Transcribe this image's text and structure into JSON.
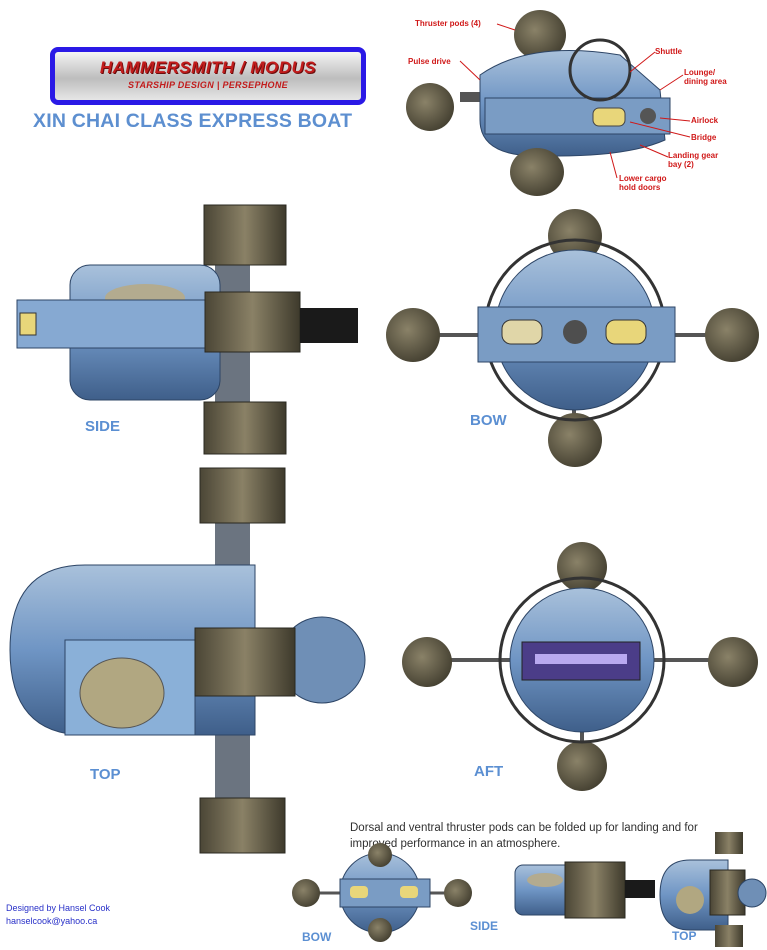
{
  "logo": {
    "title": "HAMMERSMITH / MODUS",
    "subtitle": "STARSHIP DESIGN | PERSEPHONE"
  },
  "title": "XIN CHAI CLASS EXPRESS BOAT",
  "views": {
    "side": "SIDE",
    "bow": "BOW",
    "top": "TOP",
    "aft": "AFT"
  },
  "callouts": {
    "thruster_pods": "Thruster pods (4)",
    "pulse_drive": "Pulse drive",
    "shuttle": "Shuttle",
    "lounge": "Lounge/\ndining area",
    "airlock": "Airlock",
    "bridge": "Bridge",
    "landing_gear": "Landing gear\nbay (2)",
    "cargo_doors": "Lower cargo\nhold doors"
  },
  "note": "Dorsal and ventral thruster pods can be folded up for landing and for improved performance in an atmosphere.",
  "folded_views": {
    "bow": "BOW",
    "side": "SIDE",
    "top": "TOP"
  },
  "credits": {
    "designer": "Designed by Hansel Cook",
    "email": "hanselcook@yahoo.ca"
  },
  "colors": {
    "hull_blue": "#6f95c4",
    "pod_brown": "#5f5a47",
    "label_blue": "#5b8fd2",
    "callout_red": "#d01818",
    "frame_blue": "#2a19e6"
  }
}
